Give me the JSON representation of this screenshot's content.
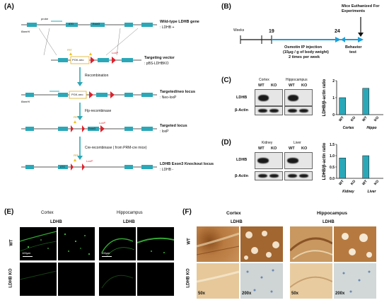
{
  "panels": {
    "A": "(A)",
    "B": "(B)",
    "C": "(C)",
    "D": "(D)",
    "E": "(E)",
    "F": "(F)"
  },
  "panel_a": {
    "wt_title": "Wild-type LDHB gene",
    "wt_sub": ": LDHB +",
    "tv_title": "Targeting vector",
    "tv_sub": ": pBS-LDHBKO",
    "neo_title": "Targeted/neo locus",
    "neo_sub": ": Neo-loxP",
    "tl_title": "Targeted locus",
    "tl_sub": ": loxP",
    "ko_title": "LDHB Exon3 Knockout locus",
    "ko_sub": ": LDHB -",
    "step1": "Recombination",
    "step2": "Flp-recombinase",
    "step3": "Cre-recombinase ( from PRM-cre mice)",
    "probe": "probe",
    "bamhi": "BamHI",
    "atg": "ATG",
    "exon3": "Exon3",
    "pgkneo": "PGK-neo",
    "frt": "FRT",
    "loxp": "LoxP"
  },
  "panel_b": {
    "weeks": "Weeks",
    "w19": "19",
    "w24": "24",
    "euth": "Mice Euthanized For Experiments",
    "inj1": "Osmotin IP injection",
    "inj2": "(15μg / g of body weight)",
    "inj3": "2 times per week",
    "beh1": "Behavior",
    "beh2": "test"
  },
  "panel_c": {
    "cortex": "Cortex",
    "hippo": "Hippocampus",
    "wt": "WT",
    "ko": "KO",
    "ldhb": "LDHB",
    "actin": "β-Actin"
  },
  "panel_d": {
    "kidney": "Kidney",
    "liver": "Liver",
    "wt": "WT",
    "ko": "KO",
    "ldhb": "LDHB",
    "actin": "β-Actin"
  },
  "panel_e": {
    "cortex": "Cortex",
    "hippo": "Hippocampus",
    "ldhb1": "LDHB",
    "ldhb2": "LDHB",
    "row_wt": "WT",
    "row_ko": "LDHB KO",
    "scale1": "100μm",
    "scale2": "100μm"
  },
  "panel_f": {
    "cortex": "Cortex",
    "hippo": "Hippocampus",
    "ldhb1": "LDHB",
    "ldhb2": "LDHB",
    "row_wt": "WT",
    "row_ko": "LDHB KO",
    "mag50a": "50x",
    "mag200a": "200x",
    "mag50b": "50x",
    "mag200b": "200x"
  },
  "colors": {
    "exon": "#2aa8b8",
    "loxp": "#e0202a",
    "frt": "#f0c020",
    "bar": "#2aa8b8",
    "inj": "#1a9fd8"
  },
  "chart_data": [
    {
      "type": "bar",
      "title": "",
      "ylabel": "LDHB/β-actin ratio",
      "ylim": [
        0,
        2
      ],
      "yticks": [
        "0",
        "1",
        "2"
      ],
      "categories": [
        "WT",
        "KO",
        "WT",
        "KO"
      ],
      "groups": [
        "Cortex",
        "Hippo"
      ],
      "values": [
        1.0,
        0.0,
        1.55,
        0.0
      ]
    },
    {
      "type": "bar",
      "title": "",
      "ylabel": "LDHB/β-actin ratio",
      "ylim": [
        0,
        1.5
      ],
      "yticks": [
        "0.0",
        "0.5",
        "1.0",
        "1.5"
      ],
      "categories": [
        "WT",
        "KO",
        "WT",
        "KO"
      ],
      "groups": [
        "Kidney",
        "Liver"
      ],
      "values": [
        0.9,
        0.0,
        1.0,
        0.0
      ]
    }
  ]
}
